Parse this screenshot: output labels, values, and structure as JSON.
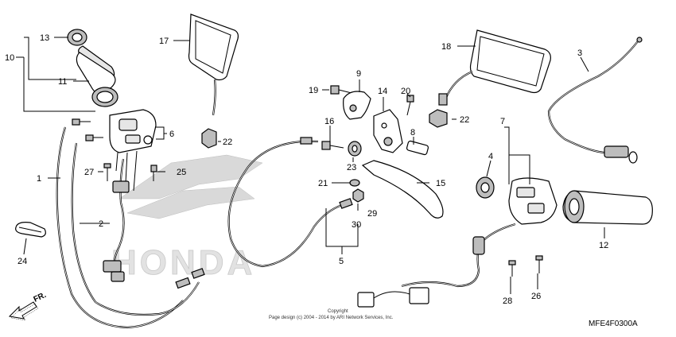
{
  "diagram": {
    "code": "MFE4F0300A",
    "copyright_line1": "Copyright",
    "copyright_line2": "Page design (c) 2004 - 2014 by ARI Network Services, Inc.",
    "watermark": "HONDA",
    "direction_label": "FR.",
    "callouts": {
      "c1": "1",
      "c2": "2",
      "c3": "3",
      "c4": "4",
      "c5": "5",
      "c6": "6",
      "c7": "7",
      "c8": "8",
      "c9": "9",
      "c10": "10",
      "c11": "11",
      "c12": "12",
      "c13": "13",
      "c14": "14",
      "c15": "15",
      "c16": "16",
      "c17": "17",
      "c18": "18",
      "c19": "19",
      "c20": "20",
      "c21": "21",
      "c22a": "22",
      "c22b": "22",
      "c23": "23",
      "c24": "24",
      "c25": "25",
      "c26": "26",
      "c27": "27",
      "c28": "28",
      "c29": "29",
      "c30": "30"
    }
  }
}
